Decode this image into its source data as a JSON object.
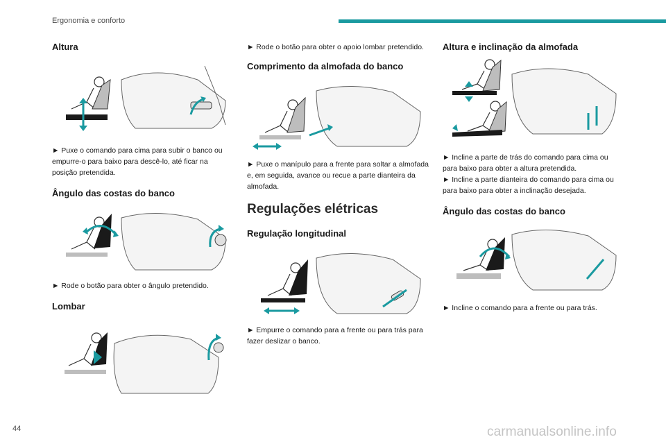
{
  "header": {
    "section": "Ergonomia e conforto"
  },
  "footer": {
    "page_number": "44",
    "watermark": "carmanualsonline.info"
  },
  "accent_color": "#1a9aa0",
  "columns": [
    {
      "sections": [
        {
          "title": "Altura",
          "icon": "seat-height-diagram",
          "text": [
            "► Puxe o comando para cima para subir o banco ou empurre-o para baixo para descê-lo, até ficar na posição pretendida."
          ]
        },
        {
          "title": "Ângulo das costas do banco",
          "icon": "seat-backrest-diagram",
          "text": [
            "► Rode o botão para obter o ângulo pretendido."
          ]
        },
        {
          "title": "Lombar",
          "icon": "seat-lumbar-diagram",
          "text": []
        }
      ]
    },
    {
      "sections": [
        {
          "title": "",
          "text": [
            "► Rode o botão para obter o apoio lombar pretendido."
          ]
        },
        {
          "title": "Comprimento da almofada do banco",
          "icon": "seat-cushion-length-diagram",
          "text": [
            "► Puxe o manípulo para a frente para soltar a almofada e, em seguida, avance ou recue a parte dianteira da almofada."
          ]
        },
        {
          "heading": "Regulações elétricas"
        },
        {
          "title": "Regulação longitudinal",
          "icon": "seat-longitudinal-diagram",
          "text": [
            "► Empurre o comando para a frente ou para trás para fazer deslizar o banco."
          ]
        }
      ]
    },
    {
      "sections": [
        {
          "title": "Altura e inclinação da almofada",
          "icon": "seat-cushion-tilt-diagram",
          "text": [
            "► Incline a parte de trás do comando para cima ou para baixo para obter a altura pretendida.",
            "► Incline a parte dianteira do comando para cima ou para baixo para obter a inclinação desejada."
          ]
        },
        {
          "title": "Ângulo das costas do banco",
          "icon": "seat-backrest-electric-diagram",
          "text": [
            "► Incline o comando para a frente ou para trás."
          ]
        }
      ]
    }
  ]
}
